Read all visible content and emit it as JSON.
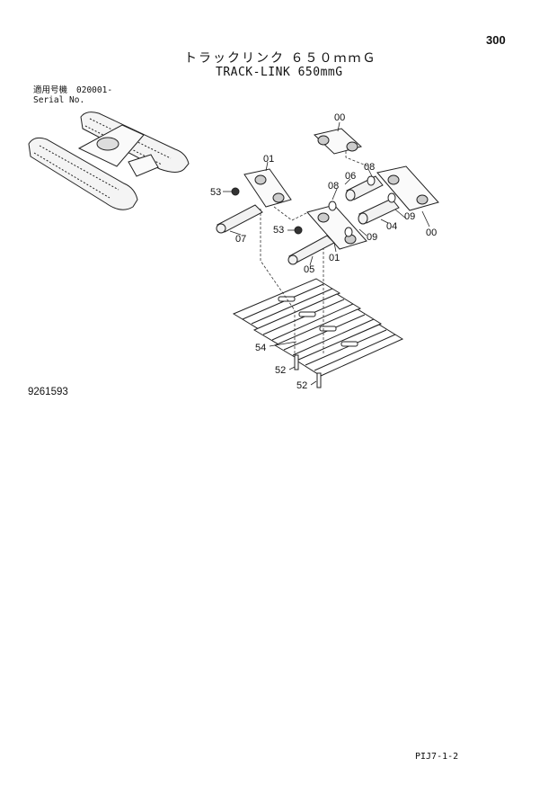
{
  "header": {
    "page_number": "300",
    "title_jp": "トラックリンク ６５０ｍｍＧ",
    "title_en": "TRACK-LINK 650mmG"
  },
  "serial": {
    "label_jp": "適用号機",
    "value": "020001-",
    "label_en": "Serial No."
  },
  "drawing_number": "9261593",
  "footer_code": "PIJ7-1-2",
  "callouts": {
    "c00_top": "00",
    "c01_top": "01",
    "c53_top": "53",
    "c07": "07",
    "c08_a": "08",
    "c06": "06",
    "c08_b": "08",
    "c09_a": "09",
    "c00_right": "00",
    "c53_mid": "53",
    "c09_b": "09",
    "c04": "04",
    "c01_mid": "01",
    "c05": "05",
    "c54": "54",
    "c52_a": "52",
    "c52_b": "52"
  }
}
